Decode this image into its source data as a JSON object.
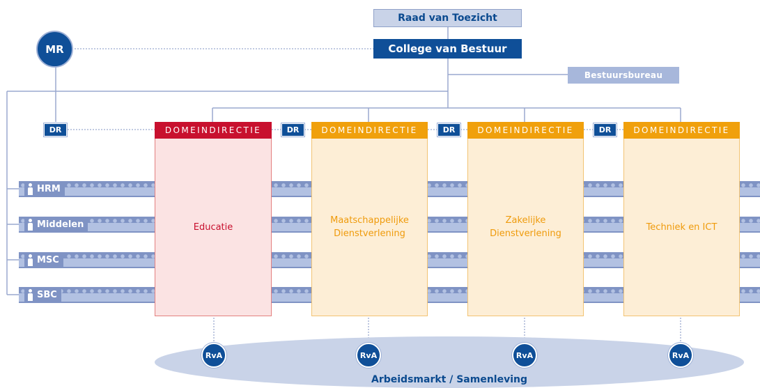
{
  "top": {
    "raad": "Raad van Toezicht",
    "college": "College van Bestuur",
    "bureau": "Bestuursbureau",
    "mr": "MR"
  },
  "dr_label": "DR",
  "services": [
    "HRM",
    "Middelen",
    "MSC",
    "SBC"
  ],
  "domains": [
    {
      "header": "DOMEINDIRECTIE",
      "name": "Educatie",
      "color": "#c8102e"
    },
    {
      "header": "DOMEINDIRECTIE",
      "name": "Maatschappelijke\nDienstverlening",
      "color": "#f0a00c"
    },
    {
      "header": "DOMEINDIRECTIE",
      "name": "Zakelijke\nDienstverlening",
      "color": "#f0a00c"
    },
    {
      "header": "DOMEINDIRECTIE",
      "name": "Techniek en ICT",
      "color": "#f0a00c"
    }
  ],
  "rva_label": "RvA",
  "base": "Arbeidsmarkt / Samenleving"
}
